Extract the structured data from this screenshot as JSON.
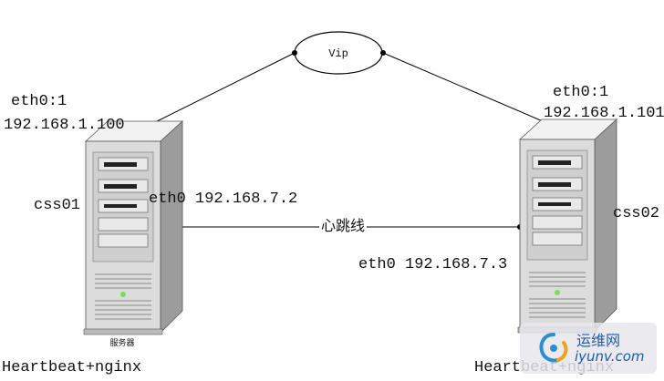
{
  "diagram": {
    "vip_label": "Vip",
    "left_node": {
      "name": "css01",
      "vip_iface": "eth0:1",
      "vip_ip": "192.168.1.100",
      "heartbeat_iface_ip": "eth0 192.168.7.2",
      "caption": "Heartbeat+nginx",
      "server_caption": "服务器"
    },
    "right_node": {
      "name": "css02",
      "vip_iface": "eth0:1",
      "vip_ip": "192.168.1.101",
      "heartbeat_iface_ip": "eth0 192.168.7.3",
      "caption": "Heartbeat+nginx"
    },
    "link_label": "心跳线"
  },
  "watermark": {
    "brand": "运维网",
    "domain": "iyunv.com",
    "logo_icon": "swirl-logo-icon"
  },
  "colors": {
    "line": "#000000",
    "server_face": "#d9d9d9",
    "server_shadow": "#a6a6a6",
    "watermark_text": "#1f5da8"
  }
}
